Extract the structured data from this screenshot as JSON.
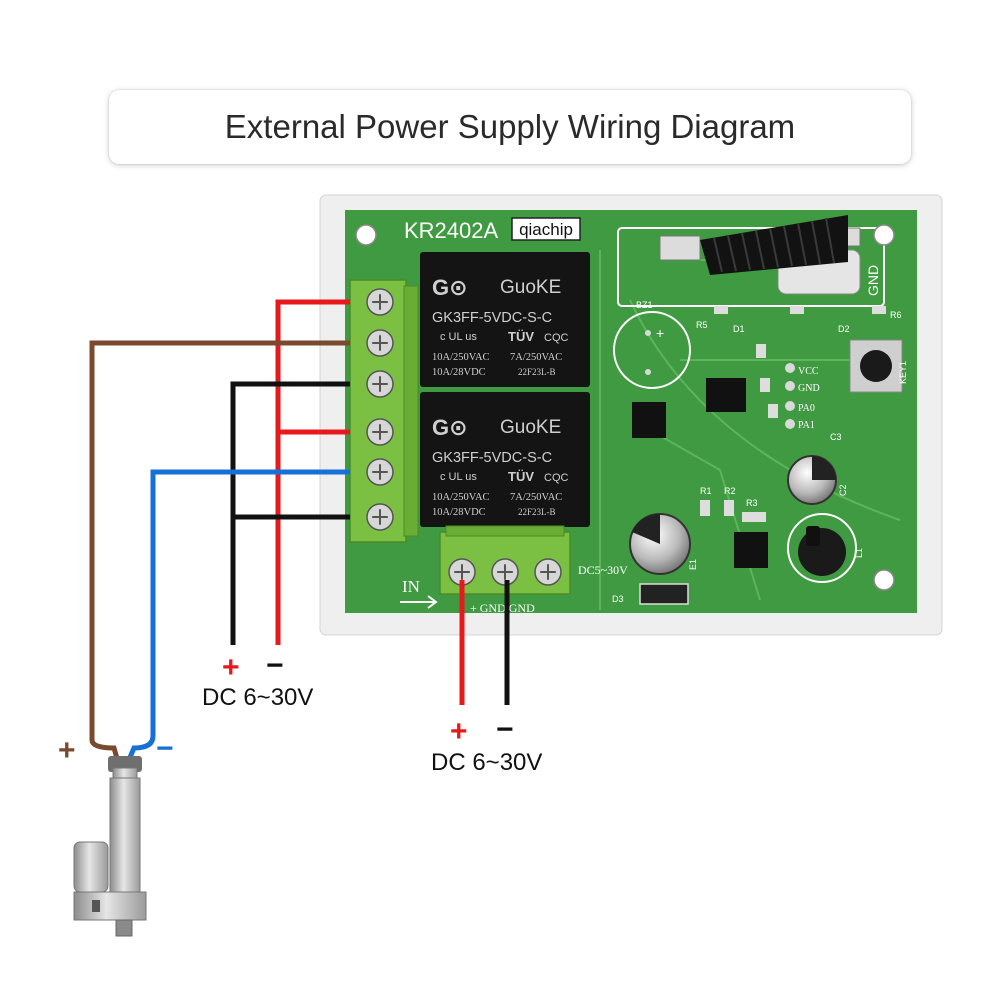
{
  "title": "External Power Supply Wiring Diagram",
  "board": {
    "model": "KR2402A",
    "brand": "qiachip",
    "relays": [
      {
        "logo": "GuoKE",
        "part": "GK3FF-5VDC-S-C",
        "ratings": [
          "10A/250VAC",
          "7A/250VAC",
          "10A/28VDC",
          "22F23L-B"
        ],
        "marks": [
          "c UL us",
          "TÜV",
          "CQC"
        ]
      },
      {
        "logo": "GuoKE",
        "part": "GK3FF-5VDC-S-C",
        "ratings": [
          "10A/250VAC",
          "7A/250VAC",
          "10A/28VDC",
          "22F23L-B"
        ],
        "marks": [
          "c UL us",
          "TÜV",
          "CQC"
        ]
      }
    ],
    "silkscreen": {
      "bz": "BZ1",
      "gnd_top": "GND",
      "r5": "R5",
      "d1": "D1",
      "d2": "D2",
      "r6": "R6",
      "key": "KEY1",
      "vcc": "VCC",
      "gnd": "GND",
      "pa0": "PA0",
      "pa1": "PA1",
      "c3": "C3",
      "c2": "C2",
      "r1": "R1",
      "r2": "R2",
      "r3": "R3",
      "l1": "L1",
      "e1": "E1",
      "d3": "D3",
      "in": "IN",
      "input_pins": "DC5~30V",
      "gnd_pins": "+ GND GND"
    }
  },
  "labels": {
    "relay_plus": "+",
    "relay_minus": "−",
    "relay_supply": "DC 6~30V",
    "input_plus": "+",
    "input_minus": "−",
    "input_supply": "DC 6~30V",
    "motor_plus": "+",
    "motor_minus": "−"
  },
  "colors": {
    "positive_wire": "#e8191c",
    "negative_wire": "#111111",
    "motor_pos_wire": "#7a4a2e",
    "motor_neg_wire": "#1570d8",
    "pcb": "#3f9a41",
    "terminal_block": "#7bc043",
    "relay_body": "#151515"
  }
}
